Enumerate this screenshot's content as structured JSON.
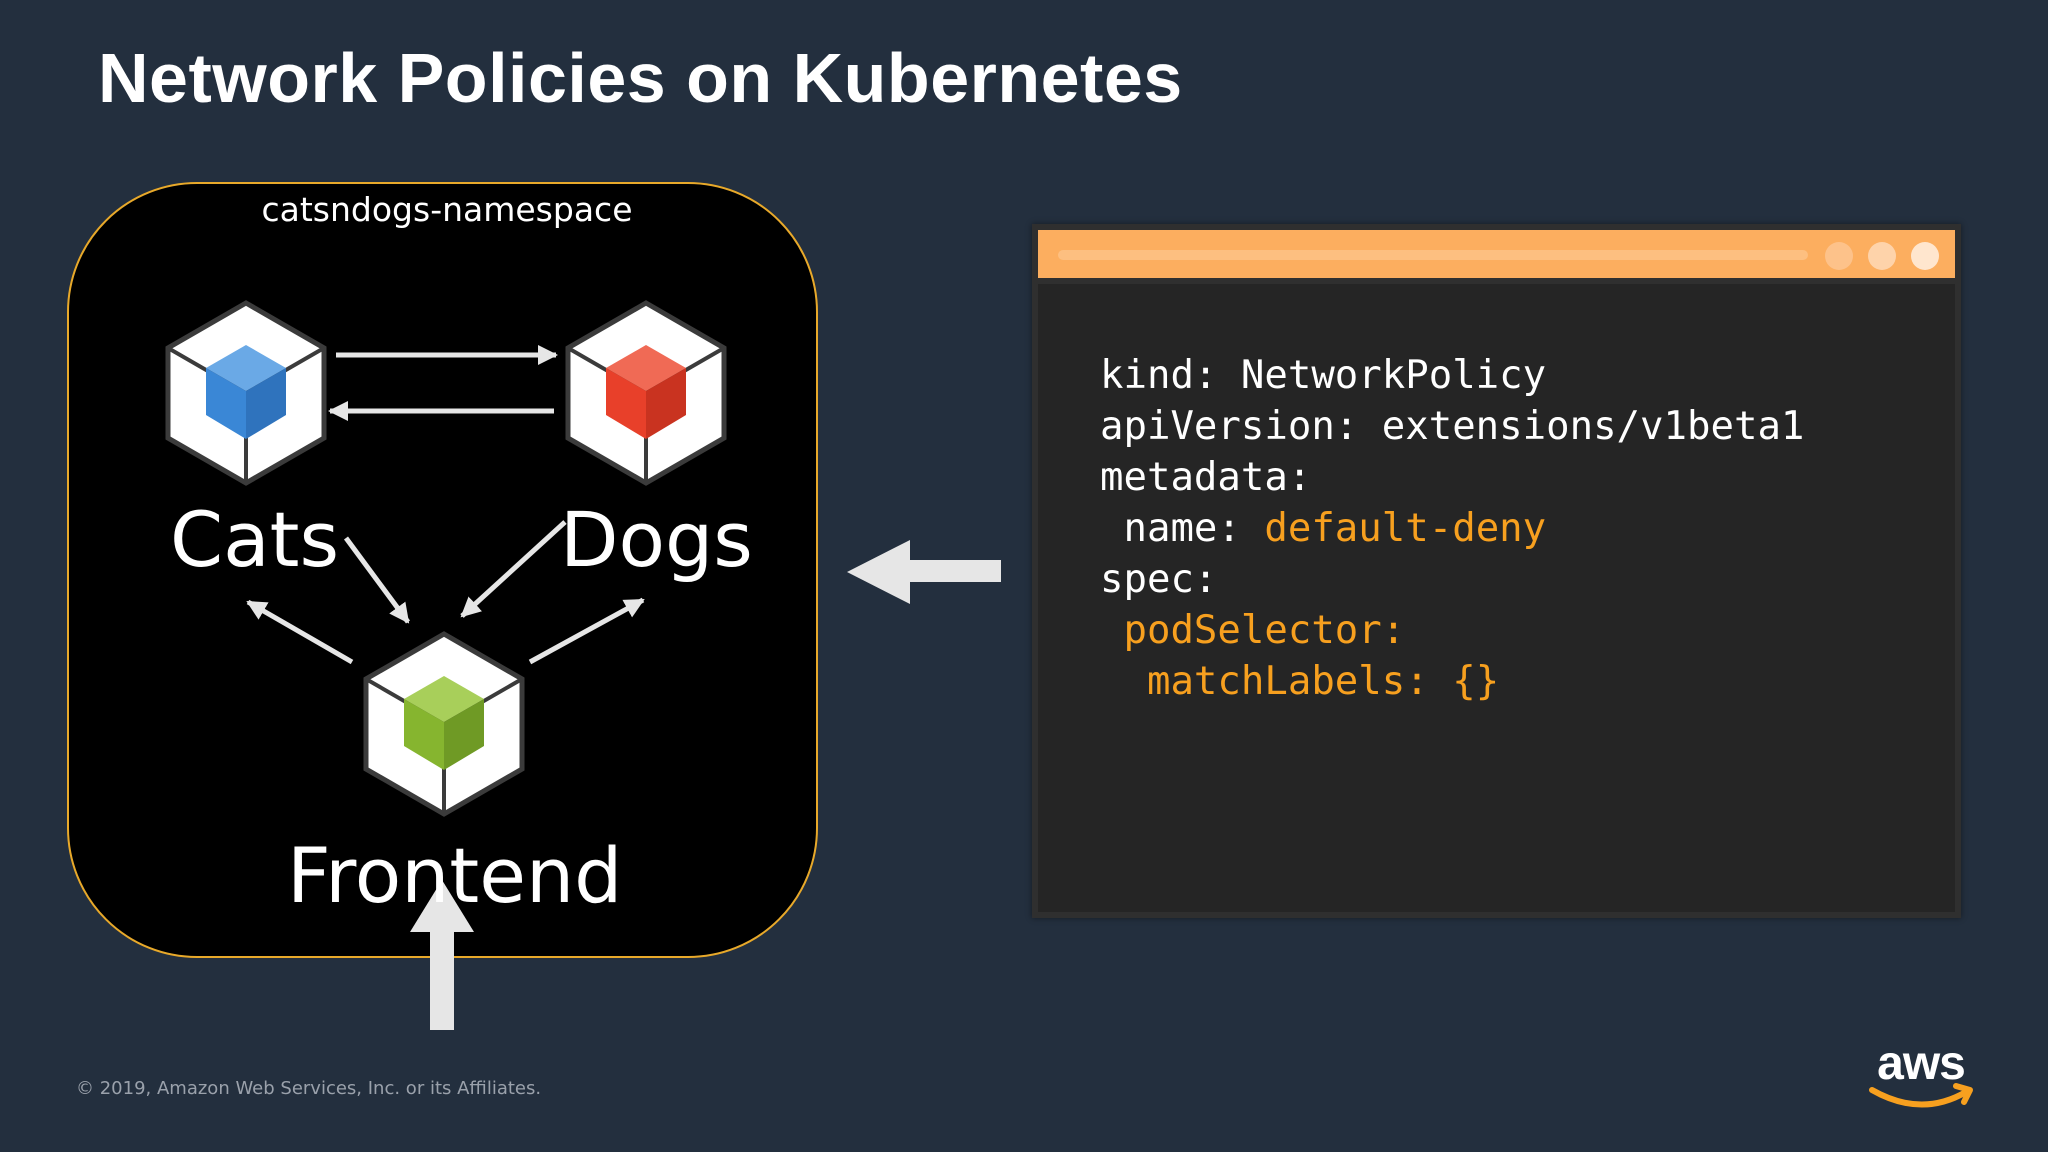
{
  "slide": {
    "title": "Network Policies on Kubernetes"
  },
  "namespace": {
    "label": "catsndogs-namespace",
    "border_color": "#e8a92a"
  },
  "services": {
    "cats": {
      "label": "Cats",
      "cube_color": "#3a87d6"
    },
    "dogs": {
      "label": "Dogs",
      "cube_color": "#e8402a"
    },
    "frontend": {
      "label": "Frontend",
      "cube_color": "#86b52f"
    }
  },
  "code": {
    "lines": [
      {
        "indent": "",
        "key": "kind:",
        "value": " NetworkPolicy",
        "accent": false
      },
      {
        "indent": "",
        "key": "apiVersion:",
        "value": " extensions/v1beta1",
        "accent": false
      },
      {
        "indent": "",
        "key": "metadata:",
        "value": "",
        "accent": false
      },
      {
        "indent": " ",
        "key": "name:",
        "value": " default-deny",
        "accent": "value"
      },
      {
        "indent": "",
        "key": "spec:",
        "value": "",
        "accent": false
      },
      {
        "indent": " ",
        "key": "podSelector:",
        "value": "",
        "accent": "all"
      },
      {
        "indent": "  ",
        "key": "matchLabels:",
        "value": " {}",
        "accent": "all"
      }
    ],
    "accent_color": "#f7a01f"
  },
  "footer": {
    "copyright": "© 2019, Amazon Web Services, Inc. or its Affiliates.",
    "logo_text": "aws"
  },
  "icons": {
    "cube": "cube-icon",
    "arrow": "arrow-icon",
    "window_dots": "window-control-dots"
  }
}
